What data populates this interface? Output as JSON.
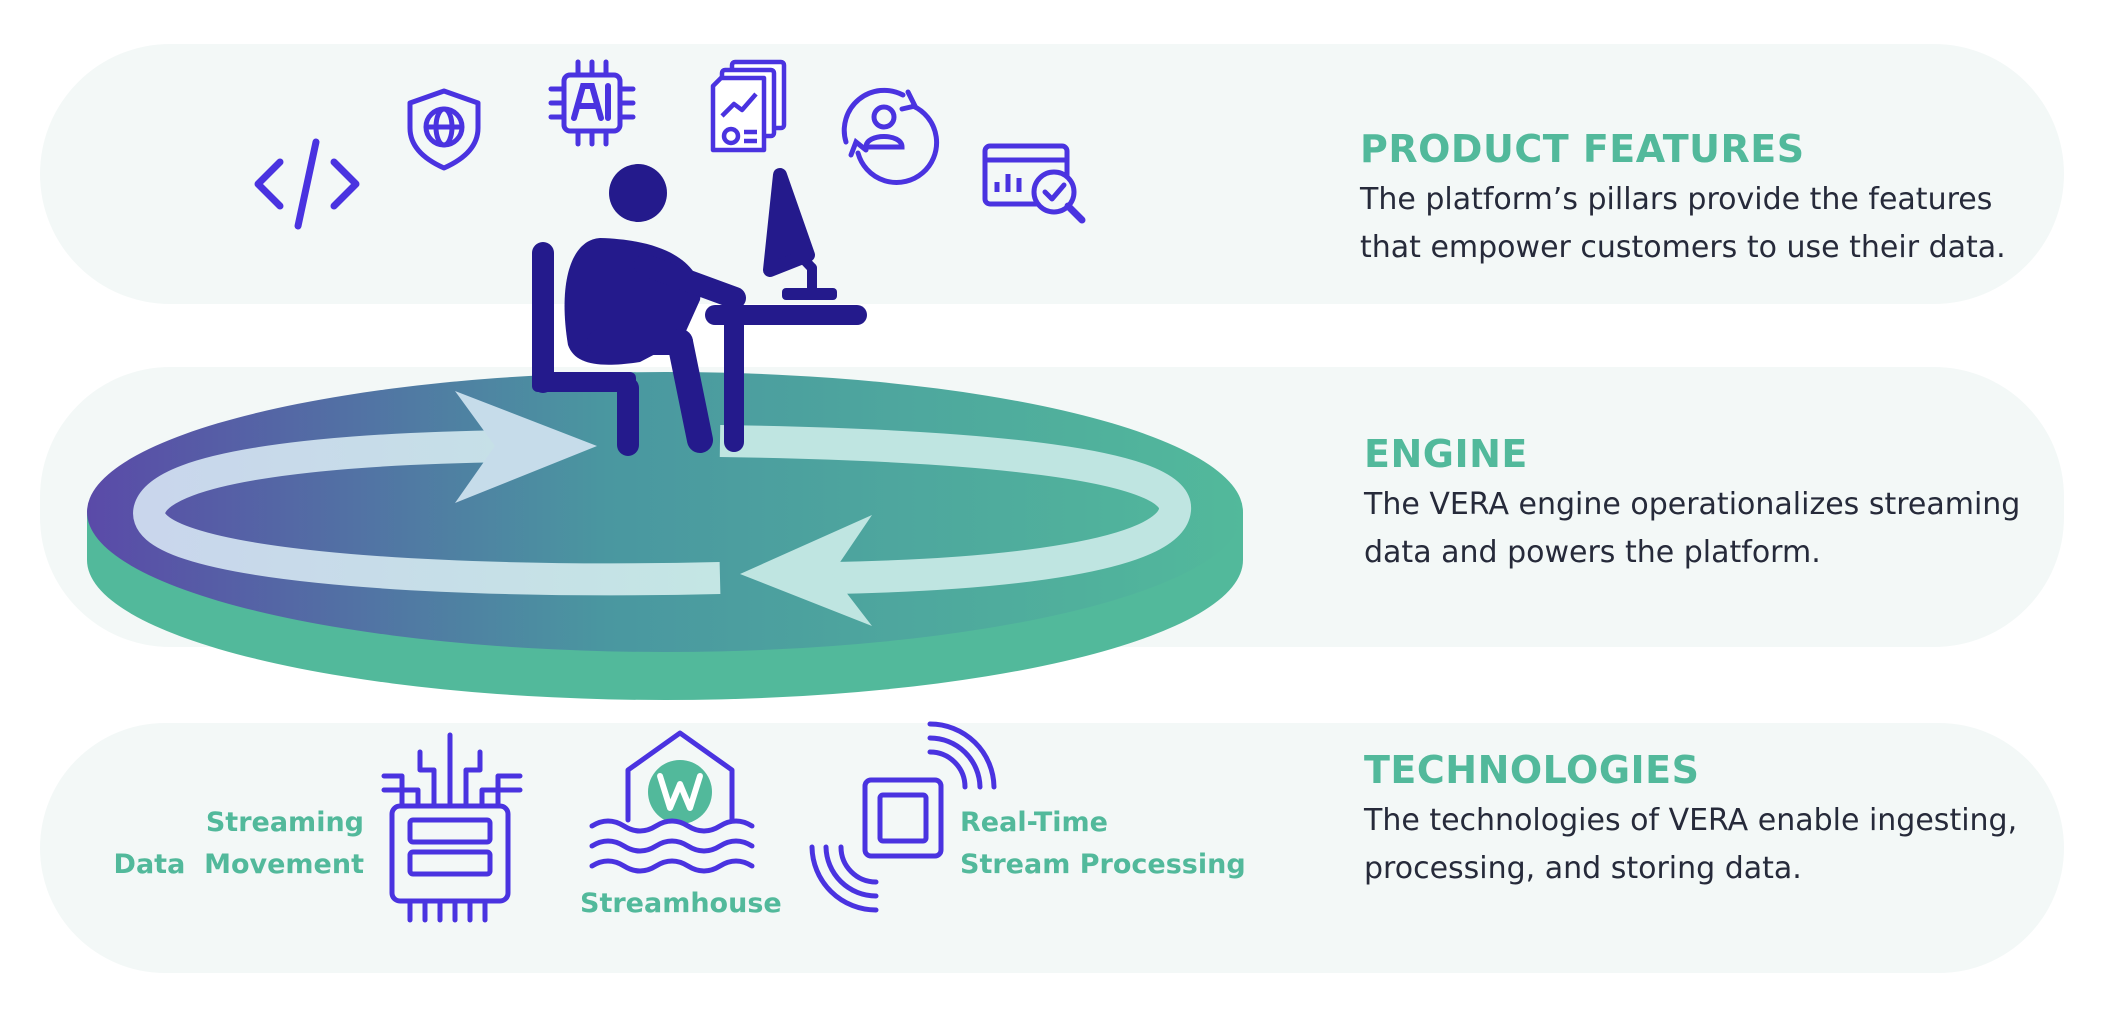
{
  "sections": [
    {
      "heading": "PRODUCT FEATURES",
      "description": "The platform’s pillars provide the features that empower customers to use their data."
    },
    {
      "heading": "ENGINE",
      "description": "The VERA engine operationalizes streaming data and powers the platform."
    },
    {
      "heading": "TECHNOLOGIES",
      "description": "The technologies of VERA enable ingesting, processing, and storing data."
    }
  ],
  "technologies": {
    "streaming_data_movement": {
      "line1": "Streaming",
      "line2": "Data  Movement"
    },
    "streamhouse": {
      "label": "Streamhouse"
    },
    "real_time_stream_processing": {
      "line1": "Real-Time",
      "line2": "Stream Processing"
    }
  },
  "feature_icons": [
    "code-icon",
    "shield-globe-icon",
    "ai-chip-icon",
    "documents-chart-icon",
    "user-sync-icon",
    "dashboard-search-icon"
  ],
  "colors": {
    "brand_purple": "#4a33e0",
    "figure_navy": "#241a8c",
    "accent_green": "#52b99b",
    "text_dark": "#262a3a",
    "band_background": "#f3f8f7",
    "disc_gradient_start": "#5a4aa8",
    "disc_gradient_end": "#52b99b",
    "arrow_light": "#c4e6e4"
  }
}
